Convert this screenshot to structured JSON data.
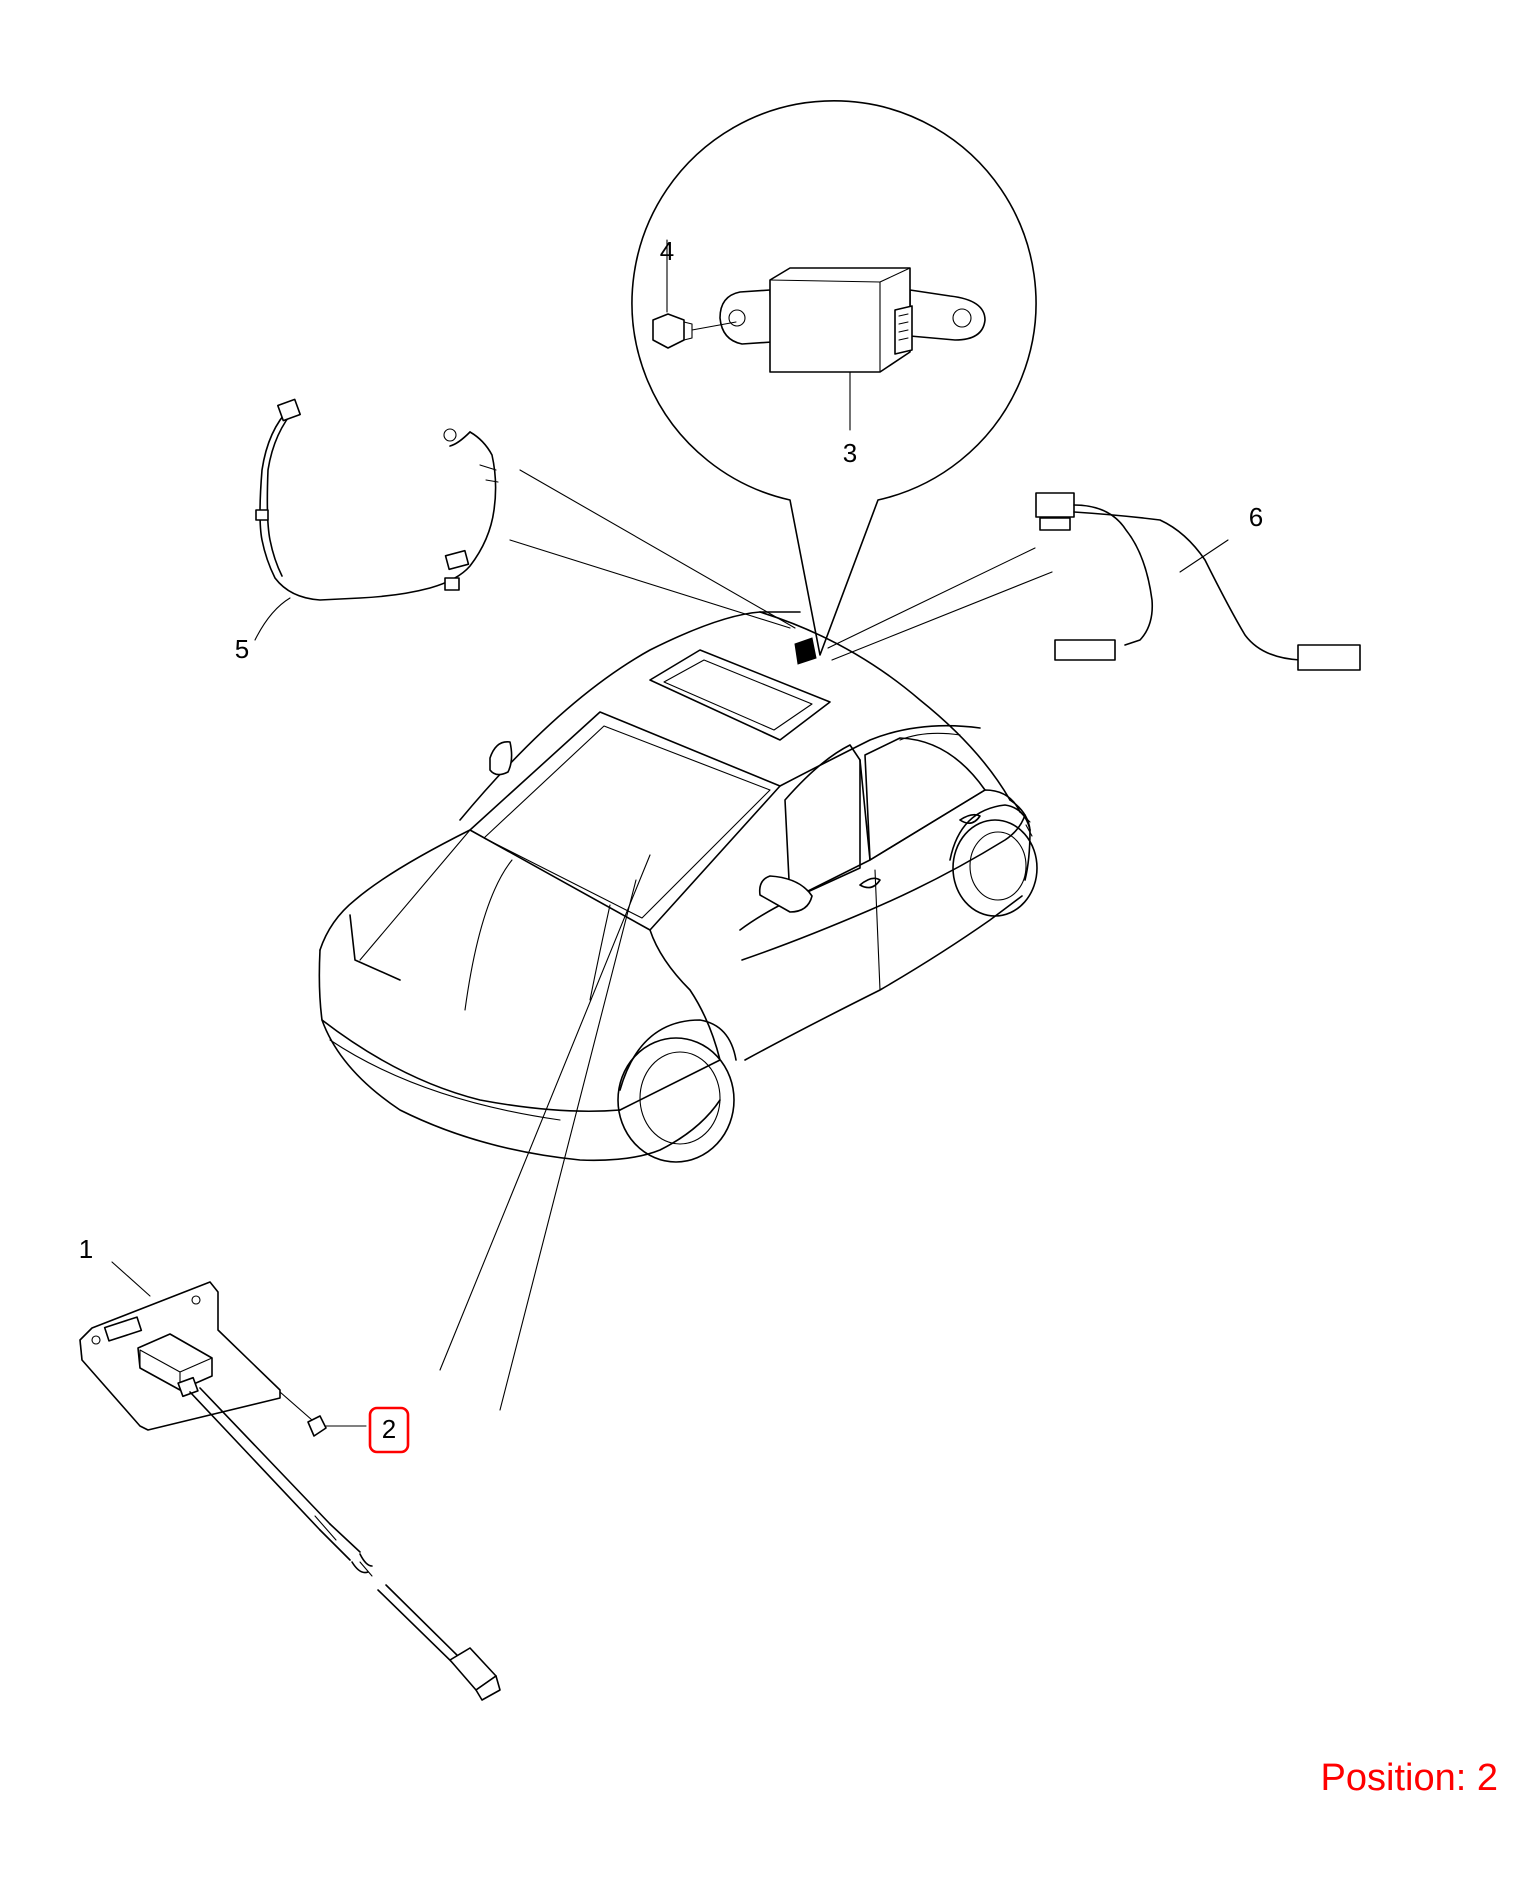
{
  "callouts": {
    "c1": "1",
    "c2": "2",
    "c3": "3",
    "c4": "4",
    "c5": "5",
    "c6": "6"
  },
  "highlight": {
    "selected_callout": "2",
    "color": "#ff0000"
  },
  "position_label": "Position: 2"
}
